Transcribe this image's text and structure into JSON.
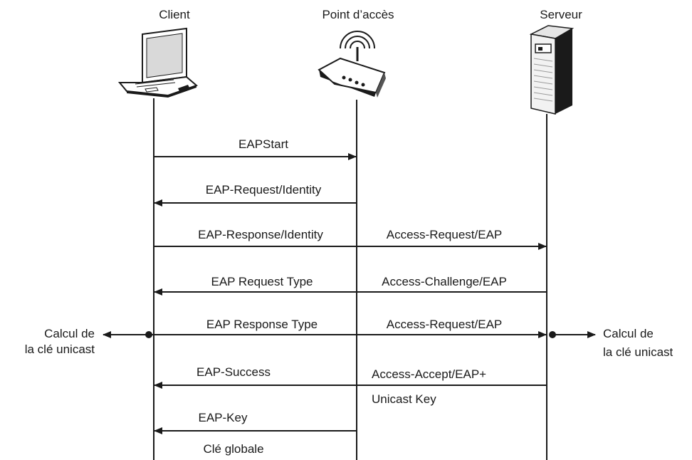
{
  "participants": {
    "client": "Client",
    "ap": "Point d’accès",
    "server": "Serveur"
  },
  "messages": {
    "m1": "EAPStart",
    "m2": "EAP-Request/Identity",
    "m3a": "EAP-Response/Identity",
    "m3b": "Access-Request/EAP",
    "m4a": "EAP Request Type",
    "m4b": "Access-Challenge/EAP",
    "m5a": "EAP Response Type",
    "m5b": "Access-Request/EAP",
    "m6a": "EAP-Success",
    "m6b_line1": "Access-Accept/EAP+",
    "m6b_line2": "Unicast Key",
    "m7": "EAP-Key",
    "m7_note": "Clé globale"
  },
  "side_notes": {
    "left_line1": "Calcul de",
    "left_line2": "la clé unicast",
    "right_line1": "Calcul de",
    "right_line2": "la clé unicast"
  },
  "icons": {
    "client": "laptop-icon",
    "ap": "wireless-access-point-icon",
    "server": "server-tower-icon"
  }
}
